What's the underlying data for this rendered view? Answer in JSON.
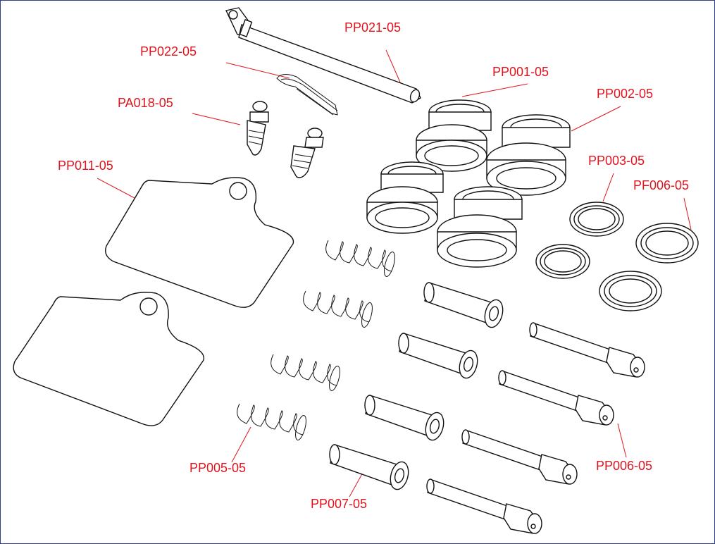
{
  "border_color": "#2f3b8f",
  "label_color": "#e0141e",
  "labels": {
    "pp021": "PP021-05",
    "pp022": "PP022-05",
    "pp001": "PP001-05",
    "pp002": "PP002-05",
    "pa018": "PA018-05",
    "pp011": "PP011-05",
    "pp003": "PP003-05",
    "pf006": "PF006-05",
    "pp005": "PP005-05",
    "pp006": "PP006-05",
    "pp007": "PP007-05"
  }
}
